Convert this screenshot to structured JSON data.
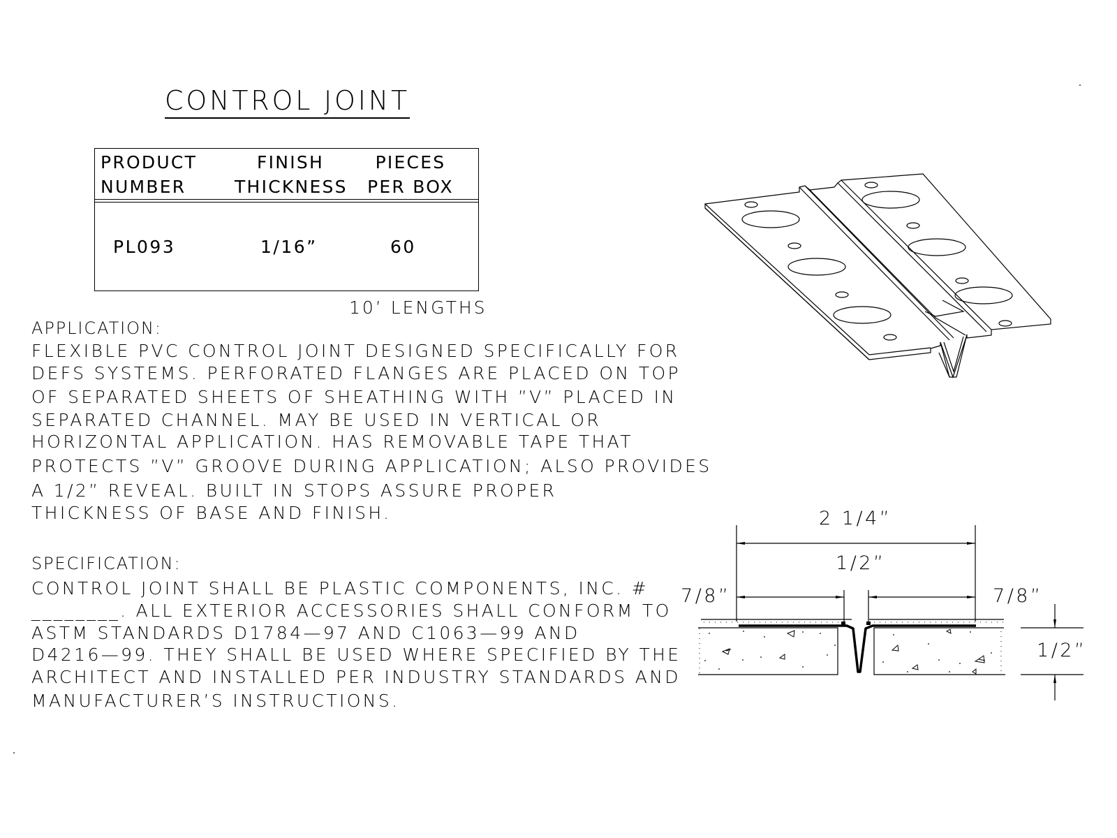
{
  "drawing": {
    "title": "CONTROL JOINT"
  },
  "product_table": {
    "headers": [
      "PRODUCT\nNUMBER",
      "FINISH\nTHICKNESS",
      "PIECES\nPER BOX"
    ],
    "rows": [
      {
        "product_number": "PL093",
        "finish_thickness": "1/16”",
        "pieces_per_box": "60"
      }
    ],
    "note": "10’ LENGTHS"
  },
  "application": {
    "heading": "APPLICATION:",
    "lines": [
      "FLEXIBLE PVC CONTROL JOINT DESIGNED SPECIFICALLY FOR",
      "DEFS SYSTEMS. PERFORATED FLANGES ARE PLACED ON TOP",
      "OF SEPARATED SHEETS OF SHEATHING WITH ”V” PLACED IN",
      "SEPARATED CHANNEL. MAY BE USED IN VERTICAL OR",
      "HORIZONTAL APPLICATION. HAS REMOVABLE TAPE THAT",
      "PROTECTS ”V” GROOVE DURING APPLICATION; ALSO PROVIDES",
      "A 1/2” REVEAL. BUILT IN STOPS ASSURE PROPER",
      "THICKNESS OF BASE AND FINISH."
    ]
  },
  "specification": {
    "heading": "SPECIFICATION:",
    "lines": [
      "CONTROL JOINT SHALL BE PLASTIC COMPONENTS, INC. #",
      "________. ALL EXTERIOR ACCESSORIES SHALL CONFORM TO",
      "ASTM STANDARDS D1784—97 AND C1063—99 AND",
      "D4216—99. THEY SHALL BE USED WHERE SPECIFIED BY THE",
      "ARCHITECT AND INSTALLED PER INDUSTRY STANDARDS AND",
      "MANUFACTURER’S INSTRUCTIONS."
    ]
  },
  "section_dimensions": {
    "overall_width": "2 1/4”",
    "reveal_width": "1/2”",
    "left_flange": "7/8”",
    "right_flange": "7/8”",
    "depth": "1/2”"
  },
  "colors": {
    "ink": "#000000",
    "paper": "#ffffff"
  }
}
